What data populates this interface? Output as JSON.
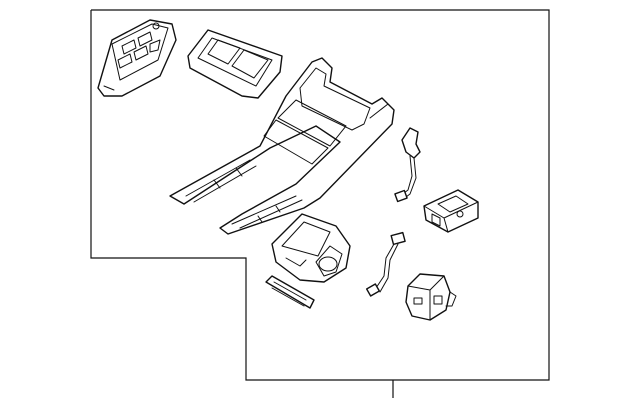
{
  "diagram": {
    "line_color": "#111111",
    "background": "#ffffff",
    "parts": [
      {
        "id": "switch-panel"
      },
      {
        "id": "vent-grille"
      },
      {
        "id": "console-trim-bezel"
      },
      {
        "id": "wire-harness-upper"
      },
      {
        "id": "socket-housing"
      },
      {
        "id": "cup-holder-insert"
      },
      {
        "id": "wire-harness-lower"
      },
      {
        "id": "small-trim-strip"
      },
      {
        "id": "switch-module"
      }
    ]
  }
}
